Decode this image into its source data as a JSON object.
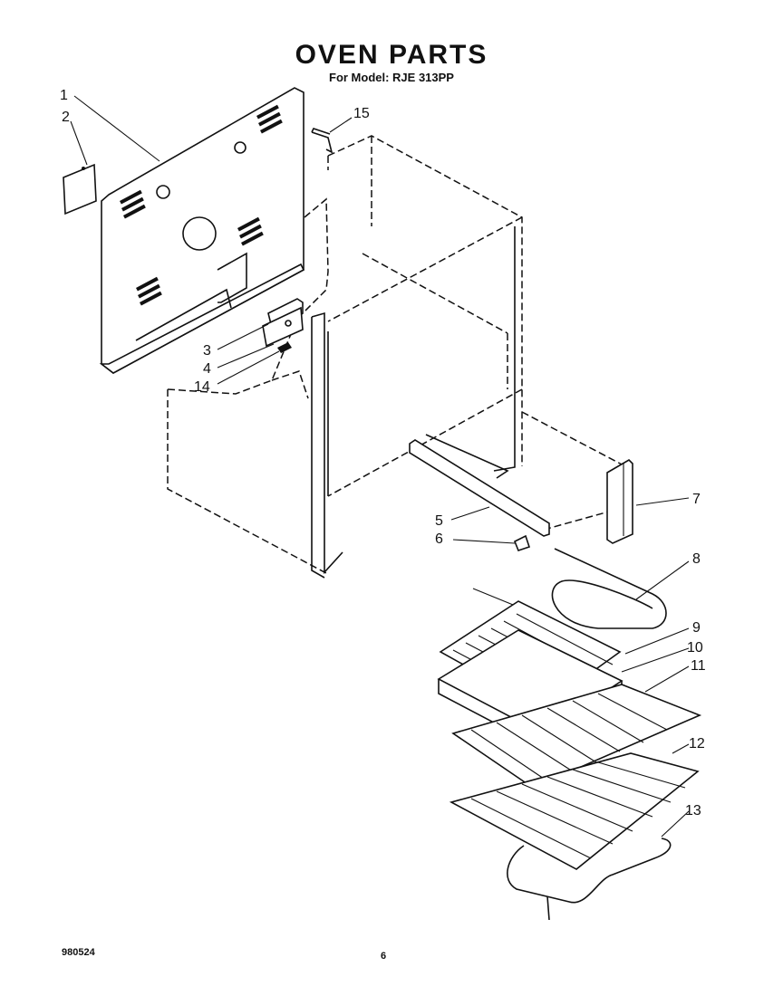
{
  "title": "OVEN PARTS",
  "subtitle": "For Model: RJE 313PP",
  "doc_number": "980524",
  "page_number": "6",
  "callouts": [
    {
      "id": "1",
      "label": "1"
    },
    {
      "id": "2",
      "label": "2"
    },
    {
      "id": "3",
      "label": "3"
    },
    {
      "id": "4",
      "label": "4"
    },
    {
      "id": "14",
      "label": "14"
    },
    {
      "id": "15",
      "label": "15"
    },
    {
      "id": "5",
      "label": "5"
    },
    {
      "id": "6",
      "label": "6"
    },
    {
      "id": "7",
      "label": "7"
    },
    {
      "id": "8",
      "label": "8"
    },
    {
      "id": "9",
      "label": "9"
    },
    {
      "id": "10",
      "label": "10"
    },
    {
      "id": "11",
      "label": "11"
    },
    {
      "id": "12",
      "label": "12"
    },
    {
      "id": "13",
      "label": "13"
    }
  ]
}
